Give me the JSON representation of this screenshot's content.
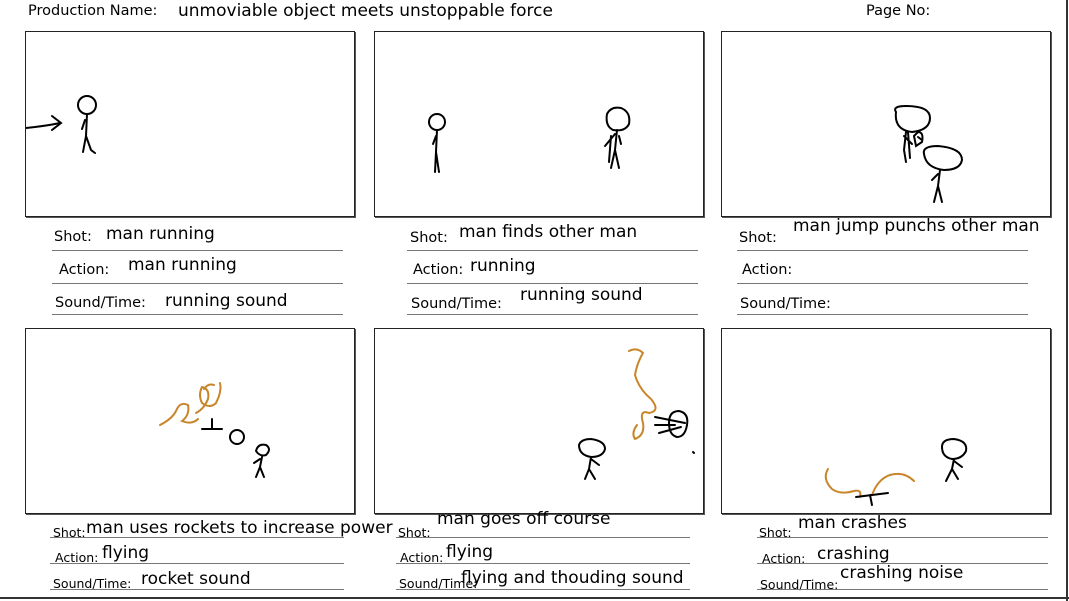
{
  "header": {
    "production_label": "Production Name:",
    "production_value": "unmoviable object meets unstoppable force",
    "page_label": "Page No:"
  },
  "panels": [
    {
      "shot_label": "Shot:",
      "shot": "man running",
      "action_label": "Action:",
      "action": "man running",
      "sound_label": "Sound/Time:",
      "sound": "running sound"
    },
    {
      "shot_label": "Shot:",
      "shot": "man finds other man",
      "action_label": "Action:",
      "action": "running",
      "sound_label": "Sound/Time:",
      "sound": "running sound"
    },
    {
      "shot_label": "Shot:",
      "shot": "man jump punchs other man",
      "action_label": "Action:",
      "action": "",
      "sound_label": "Sound/Time:",
      "sound": ""
    },
    {
      "shot_label": "Shot:",
      "shot": "man uses rockets to increase power",
      "action_label": "Action:",
      "action": "flying",
      "sound_label": "Sound/Time:",
      "sound": "rocket sound"
    },
    {
      "shot_label": "Shot:",
      "shot": "man goes off course",
      "action_label": "Action:",
      "action": "flying",
      "sound_label": "Sound/Time:",
      "sound": "flying and thouding sound"
    },
    {
      "shot_label": "Shot:",
      "shot": "man crashes",
      "action_label": "Action:",
      "action": "crashing",
      "sound_label": "Sound/Time:",
      "sound": "crashing noise"
    }
  ],
  "colors": {
    "ink": "#000000",
    "rocket": "#c8862a",
    "line": "#777777"
  }
}
